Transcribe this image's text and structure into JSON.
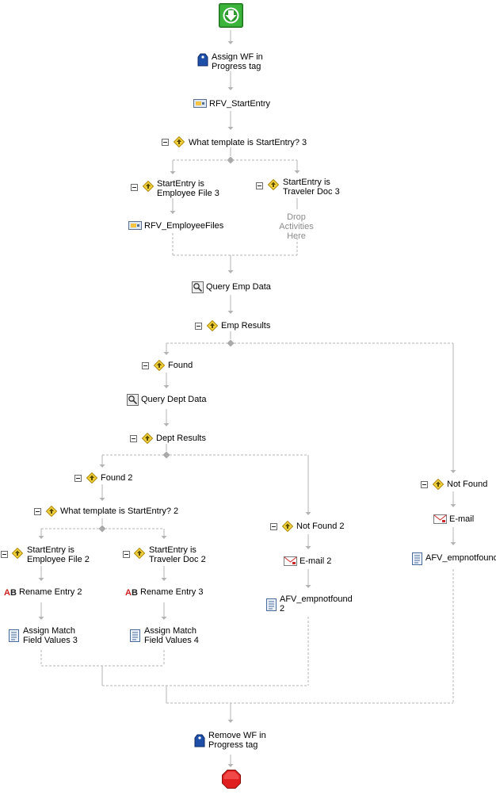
{
  "workflow": {
    "assign_tag": {
      "label_1": "Assign WF in",
      "label_2": "Progress tag"
    },
    "rfv_start": {
      "label": "RFV_StartEntry"
    },
    "cond_start": {
      "label": "What template is StartEntry? 3"
    },
    "branch_emp3": {
      "label_1": "StartEntry is",
      "label_2": "Employee File 3"
    },
    "rfv_emp": {
      "label": "RFV_EmployeeFiles"
    },
    "branch_trav3": {
      "label_1": "StartEntry is",
      "label_2": "Traveler Doc 3"
    },
    "drop_hint": {
      "label_1": "Drop",
      "label_2": "Activities",
      "label_3": "Here"
    },
    "query_emp": {
      "label": "Query Emp Data"
    },
    "emp_results": {
      "label": "Emp Results"
    },
    "found": {
      "label": "Found"
    },
    "query_dept": {
      "label": "Query Dept Data"
    },
    "dept_results": {
      "label": "Dept Results"
    },
    "found2": {
      "label": "Found 2"
    },
    "cond_start2": {
      "label": "What template is StartEntry? 2"
    },
    "branch_emp2": {
      "label_1": "StartEntry is",
      "label_2": "Employee File 2"
    },
    "rename2": {
      "label": "Rename Entry 2"
    },
    "assign3": {
      "label_1": "Assign Match",
      "label_2": "Field Values 3"
    },
    "branch_trav2": {
      "label_1": "StartEntry is",
      "label_2": "Traveler Doc 2"
    },
    "rename3": {
      "label": "Rename Entry 3"
    },
    "assign4": {
      "label_1": "Assign Match",
      "label_2": "Field Values 4"
    },
    "not_found2": {
      "label": "Not Found 2"
    },
    "email2": {
      "label": "E-mail 2"
    },
    "afv2": {
      "label_1": "AFV_empnotfound",
      "label_2": "2"
    },
    "not_found": {
      "label": "Not Found"
    },
    "email": {
      "label": "E-mail"
    },
    "afv": {
      "label": "AFV_empnotfound"
    },
    "remove_tag": {
      "label_1": "Remove WF in",
      "label_2": "Progress tag"
    }
  },
  "colors": {
    "connector": "#b4b4b4",
    "start": "#2e9a2e",
    "stop": "#e02020",
    "condition": "#f2d23a",
    "tag": "#1e4fa8"
  }
}
